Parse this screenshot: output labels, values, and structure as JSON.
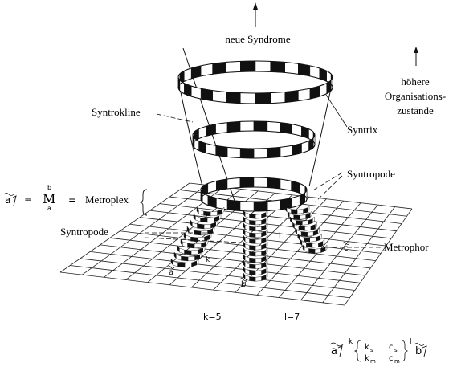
{
  "labels": {
    "neue_syndrome": "neue Syndrome",
    "hoehere_line1": "höhere",
    "hoehere_line2": "Organisations-",
    "hoehere_line3": "zustände",
    "syntrokline": "Syntrokline",
    "syntrix": "Syntrix",
    "syntropode_right": "Syntropode",
    "syntropode_left": "Syntropode",
    "metroplex": "Metroplex",
    "metrophor": "Metrophor",
    "k_eq": "k=5",
    "l_eq": "l=7",
    "leg_a": "a",
    "leg_b": "b",
    "leg_c": "c",
    "leg_k": "k",
    "leg_l": "l"
  },
  "metroplex_formula": {
    "lhs": "a",
    "equiv": "≡",
    "sup": "b",
    "sub": "a",
    "symbol": "M",
    "equals": "="
  },
  "bottom_formula": {
    "left": "a",
    "k_sup": "k",
    "ks": "k",
    "ks_sub": "s",
    "cs": "c",
    "cs_sub": "s",
    "km": "k",
    "km_sub": "m",
    "cm": "c",
    "cm_sub": "m",
    "l_sup": "l",
    "right": "b"
  }
}
